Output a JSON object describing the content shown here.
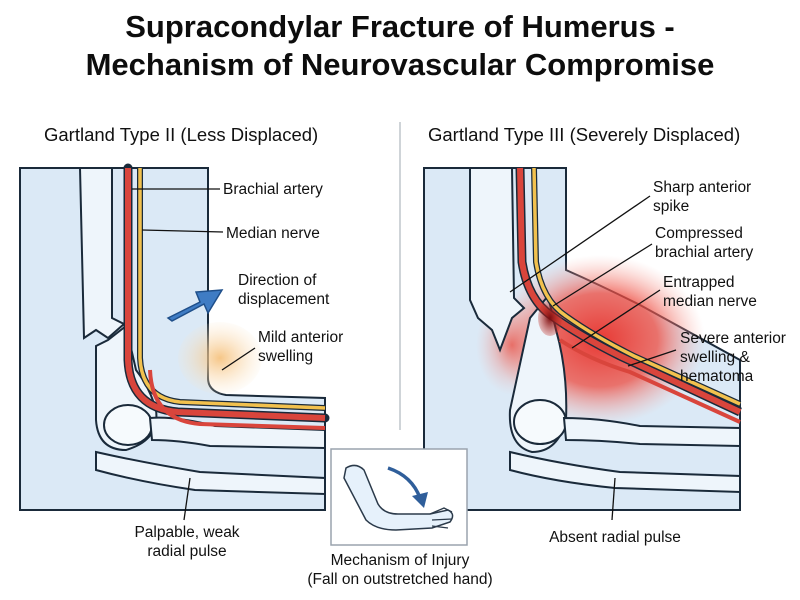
{
  "title": {
    "line1": "Supracondylar Fracture of Humerus -",
    "line2": "Mechanism of Neurovascular Compromise"
  },
  "left_panel": {
    "title": "Gartland Type II (Less Displaced)",
    "labels": {
      "brachial_artery": "Brachial artery",
      "median_nerve": "Median nerve",
      "direction_line1": "Direction of",
      "direction_line2": "displacement",
      "swelling_line1": "Mild anterior",
      "swelling_line2": "swelling",
      "pulse_line1": "Palpable, weak",
      "pulse_line2": "radial pulse"
    }
  },
  "right_panel": {
    "title": "Gartland Type III (Severely Displaced)",
    "labels": {
      "spike_line1": "Sharp anterior",
      "spike_line2": "spike",
      "artery_line1": "Compressed",
      "artery_line2": "brachial artery",
      "nerve_line1": "Entrapped",
      "nerve_line2": "median nerve",
      "swelling_line1": "Severe anterior",
      "swelling_line2": "swelling &",
      "swelling_line3": "hematoma",
      "pulse": "Absent radial pulse"
    }
  },
  "inset": {
    "caption_line1": "Mechanism of Injury",
    "caption_line2": "(Fall on outstretched hand)"
  },
  "colors": {
    "artery": "#d9453c",
    "nerve": "#f2c14e",
    "bone": "#e3eef8",
    "bone_outline": "#1a2a3a",
    "skin": "#dbe9f6",
    "arrow": "#3f7cc4",
    "hematoma": "#e8302a",
    "mild_swelling": "#f6c98a"
  }
}
